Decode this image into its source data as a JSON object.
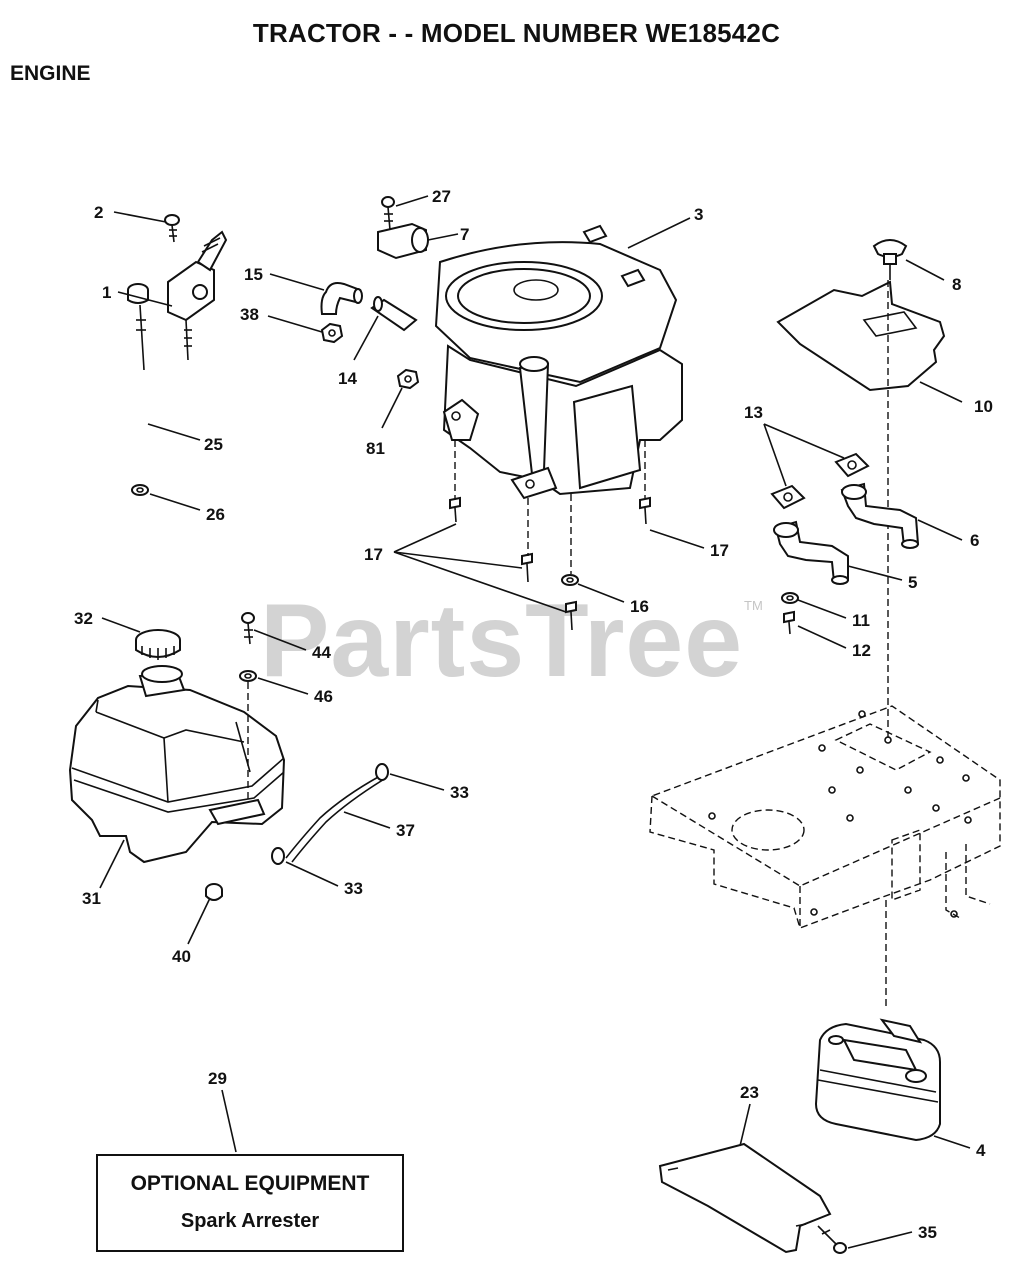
{
  "header": {
    "title": "TRACTOR - - MODEL NUMBER WE18542C",
    "section": "ENGINE"
  },
  "watermark": {
    "text": "PartsTree",
    "tm": "TM"
  },
  "callouts": {
    "c1": "1",
    "c2": "2",
    "c3": "3",
    "c4": "4",
    "c5": "5",
    "c6": "6",
    "c7": "7",
    "c8": "8",
    "c10": "10",
    "c11": "11",
    "c12": "12",
    "c13": "13",
    "c14": "14",
    "c15": "15",
    "c16": "16",
    "c17a": "17",
    "c17b": "17",
    "c23": "23",
    "c25": "25",
    "c26": "26",
    "c27": "27",
    "c29": "29",
    "c31": "31",
    "c32": "32",
    "c33a": "33",
    "c33b": "33",
    "c35": "35",
    "c37": "37",
    "c38": "38",
    "c40": "40",
    "c44": "44",
    "c46": "46",
    "c81": "81"
  },
  "optional_box": {
    "title": "OPTIONAL EQUIPMENT",
    "item": "Spark Arrester"
  }
}
